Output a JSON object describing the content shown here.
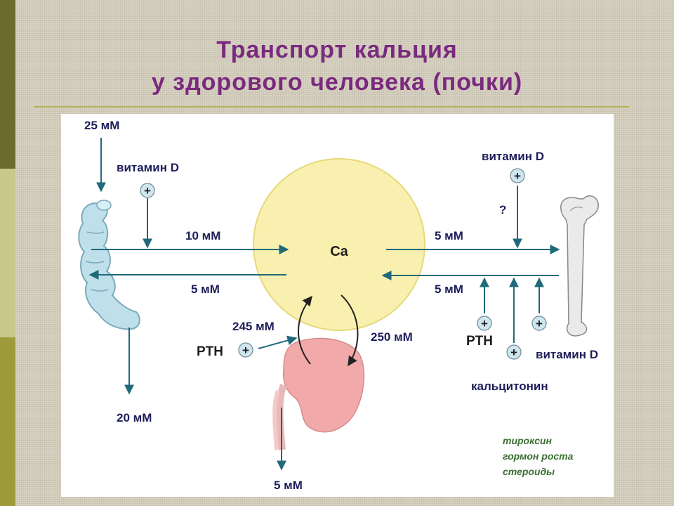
{
  "title": {
    "line1": "Транспорт кальция",
    "line2": "у здорового человека (почки)"
  },
  "labels": {
    "intake": "25 мМ",
    "vitamin_d_intestine": "витамин D",
    "absorbed": "10 мМ",
    "secreted": "5 мМ",
    "fecal": "20 мМ",
    "ca": "Ca",
    "filtered": "245 мМ",
    "reabsorbed": "250 мМ",
    "pth_kidney": "PTH",
    "urine": "5 мМ",
    "vitamin_d_bone_top": "витамин D",
    "question": "?",
    "bone_deposit": "5 мМ",
    "bone_resorb": "5 мМ",
    "pth_bone": "PTH",
    "vitamin_d_bone": "витамин D",
    "calcitonin": "кальцитонин"
  },
  "plus_sign": "+",
  "other_factors": [
    "тироксин",
    "гормон роста",
    "стероиды"
  ],
  "colors": {
    "title": "#7a2a7e",
    "arrow": "#1f6a7a",
    "pool": "#f9f0b0",
    "pool_border": "#e6d97a",
    "kidney": "#f1a9a9",
    "intestine": "#bfe0ea",
    "other_factors": "#3b6f32"
  }
}
